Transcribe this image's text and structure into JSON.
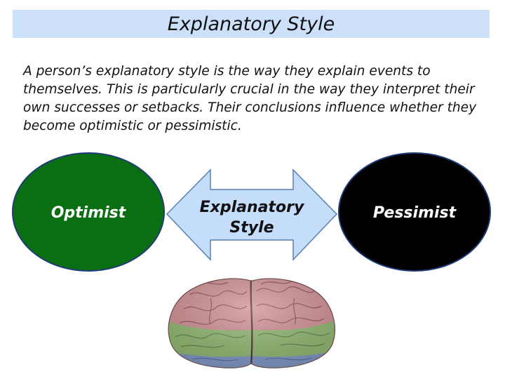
{
  "title": "Explanatory Style",
  "body_text": "A person’s explanatory style is the way they explain events to themselves. This is particularly crucial in the way they interpret their own successes or setbacks. Their conclusions influence whether they become optimistic or pessimistic.",
  "diagram": {
    "left_node": {
      "label": "Optimist",
      "color": "#0a6e12"
    },
    "center_arrow": {
      "line1": "Explanatory",
      "line2": "Style",
      "color": "#c4ddfa"
    },
    "right_node": {
      "label": "Pessimist",
      "color": "#000000"
    },
    "image": {
      "icon": "brain-icon"
    }
  },
  "colors": {
    "title_bar": "#cce0fa"
  }
}
